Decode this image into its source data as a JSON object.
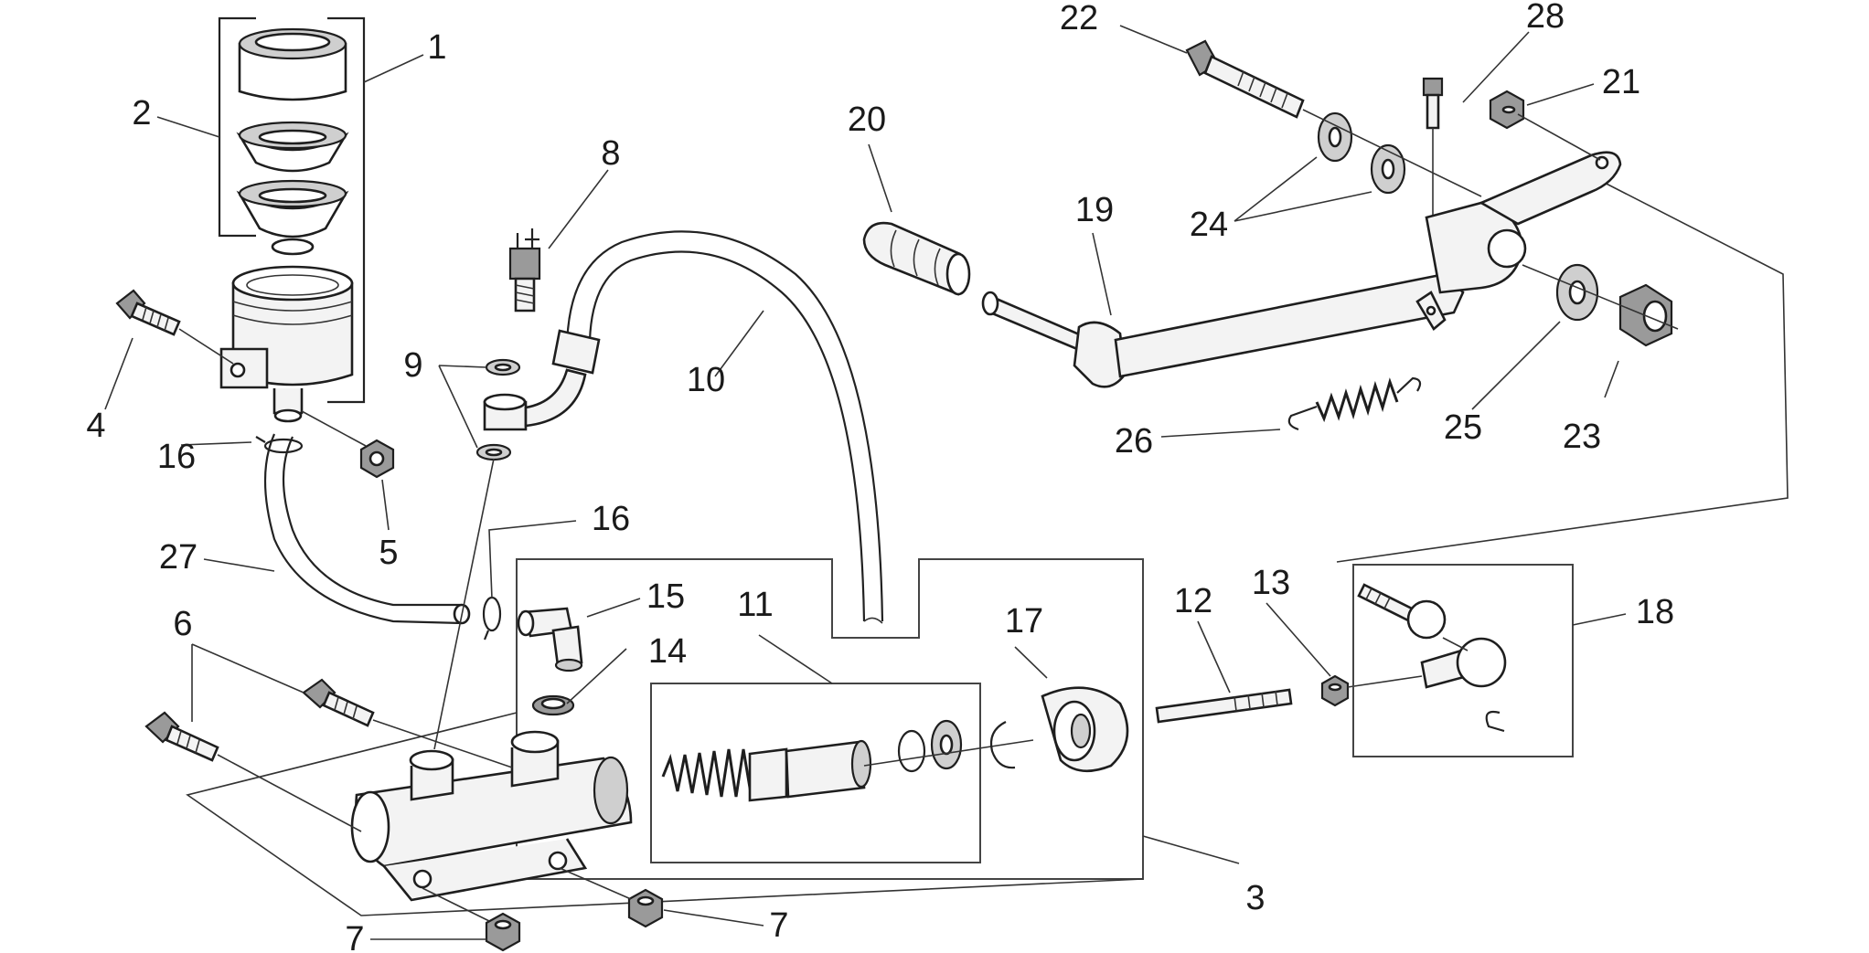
{
  "callouts": [
    {
      "id": "c1",
      "text": "1"
    },
    {
      "id": "c2",
      "text": "2"
    },
    {
      "id": "c3",
      "text": "3"
    },
    {
      "id": "c4",
      "text": "4"
    },
    {
      "id": "c5",
      "text": "5"
    },
    {
      "id": "c6",
      "text": "6"
    },
    {
      "id": "c7a",
      "text": "7"
    },
    {
      "id": "c7b",
      "text": "7"
    },
    {
      "id": "c8",
      "text": "8"
    },
    {
      "id": "c9",
      "text": "9"
    },
    {
      "id": "c10",
      "text": "10"
    },
    {
      "id": "c11",
      "text": "11"
    },
    {
      "id": "c12",
      "text": "12"
    },
    {
      "id": "c13",
      "text": "13"
    },
    {
      "id": "c14",
      "text": "14"
    },
    {
      "id": "c15",
      "text": "15"
    },
    {
      "id": "c16a",
      "text": "16"
    },
    {
      "id": "c16b",
      "text": "16"
    },
    {
      "id": "c17",
      "text": "17"
    },
    {
      "id": "c18",
      "text": "18"
    },
    {
      "id": "c19",
      "text": "19"
    },
    {
      "id": "c20",
      "text": "20"
    },
    {
      "id": "c21",
      "text": "21"
    },
    {
      "id": "c22",
      "text": "22"
    },
    {
      "id": "c23",
      "text": "23"
    },
    {
      "id": "c24",
      "text": "24"
    },
    {
      "id": "c25",
      "text": "25"
    },
    {
      "id": "c26",
      "text": "26"
    },
    {
      "id": "c27",
      "text": "27"
    },
    {
      "id": "c28",
      "text": "28"
    }
  ]
}
